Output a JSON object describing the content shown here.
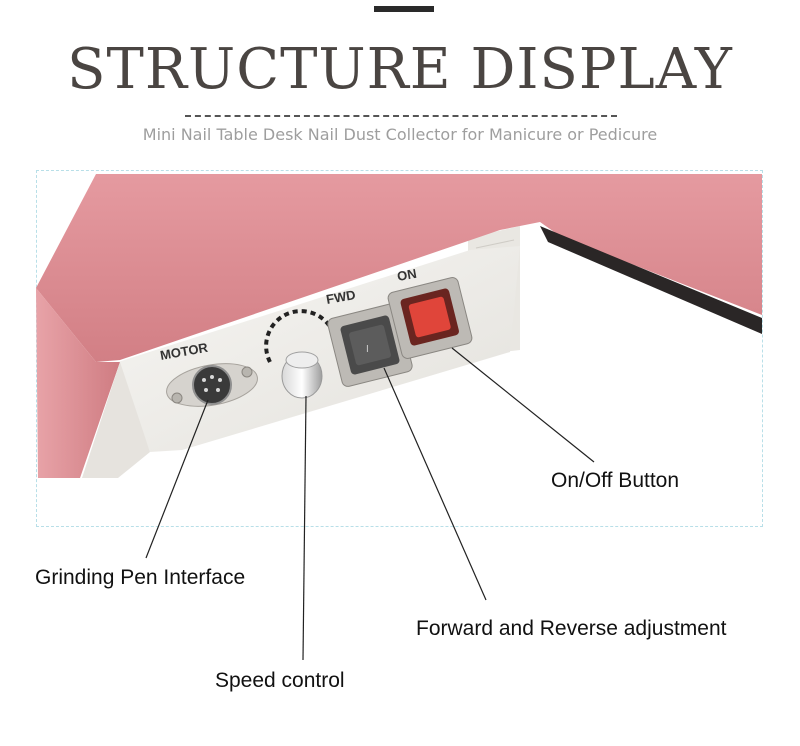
{
  "header": {
    "title": "STRUCTURE DISPLAY",
    "subtitle": "Mini Nail Table Desk Nail Dust Collector for Manicure or Pedicure"
  },
  "device": {
    "port_label": "MOTOR",
    "direction_label": "FWD",
    "power_label": "ON",
    "body_color": "#d9878b",
    "panel_color": "#f2f0ed"
  },
  "callouts": {
    "on_off": "On/Off Button",
    "grinding_pen": "Grinding Pen Interface",
    "forward_reverse": "Forward and Reverse adjustment",
    "speed": "Speed control"
  }
}
